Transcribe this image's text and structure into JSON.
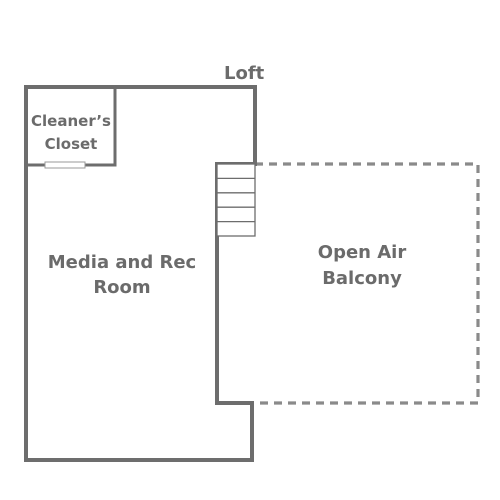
{
  "labels": {
    "loft": "Loft",
    "closet_line1": "Cleaner’s",
    "closet_line2": "Closet",
    "media_line1": "Media and Rec",
    "media_line2": "Room",
    "balcony_line1": "Open Air",
    "balcony_line2": "Balcony"
  },
  "colors": {
    "wall": "#6d6d6d",
    "label": "#6b6b6b",
    "dashed_wall": "#8a8a8a"
  },
  "stairs": {
    "steps": 5
  }
}
